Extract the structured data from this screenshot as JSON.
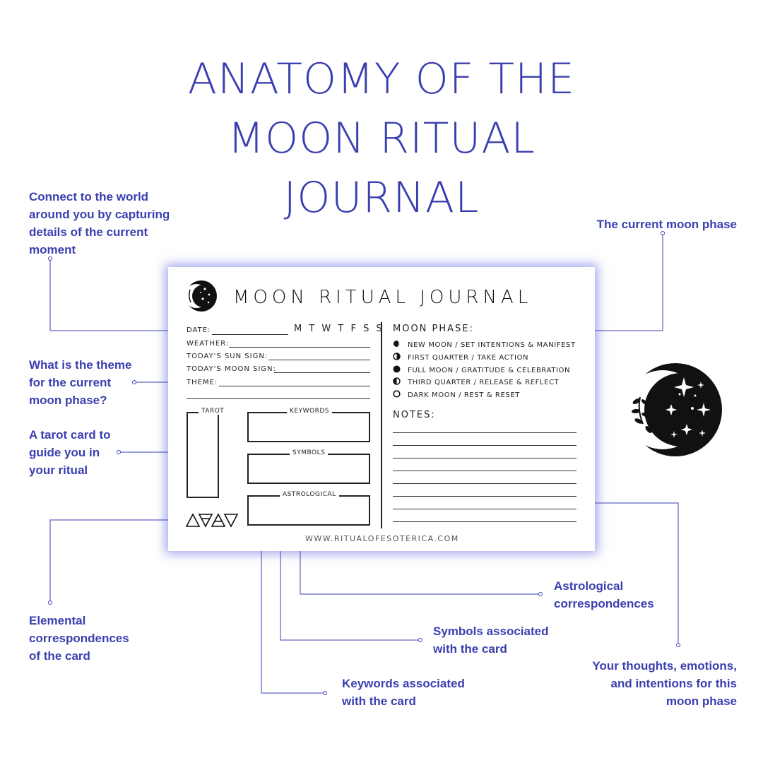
{
  "title": [
    "ANATOMY OF THE",
    "MOON RITUAL",
    "JOURNAL"
  ],
  "annotations": {
    "connect": [
      "Connect to the world",
      "around you by capturing",
      "details of the current",
      "moment"
    ],
    "moon_phase": [
      "The current moon phase"
    ],
    "theme": [
      "What is the theme",
      "for the current",
      "moon phase?"
    ],
    "tarot": [
      "A tarot card to",
      "guide you in",
      "your ritual"
    ],
    "elemental": [
      "Elemental",
      "correspondences",
      "of the card"
    ],
    "astrological": [
      "Astrological",
      "correspondences"
    ],
    "symbols": [
      "Symbols associated",
      "with the card"
    ],
    "keywords": [
      "Keywords associated",
      "with the card"
    ],
    "thoughts": [
      "Your thoughts, emotions,",
      "and intentions for this",
      "moon phase"
    ]
  },
  "card": {
    "title": "MOON RITUAL JOURNAL",
    "date_label": "DATE:",
    "days": "M T W T F S S",
    "weather_label": "WEATHER:",
    "sun_sign_label": "TODAY'S SUN SIGN:",
    "moon_sign_label": "TODAY'S MOON SIGN:",
    "theme_label": "THEME:",
    "tarot_label": "TAROT",
    "keywords_label": "KEYWORDS",
    "symbols_label": "SYMBOLS",
    "astrological_label": "ASTROLOGICAL",
    "moon_phase_label": "MOON PHASE:",
    "phases": [
      "NEW MOON / SET INTENTIONS & MANIFEST",
      "FIRST QUARTER / TAKE ACTION",
      "FULL MOON / GRATITUDE & CELEBRATION",
      "THIRD QUARTER / RELEASE & REFLECT",
      "DARK MOON / REST & RESET"
    ],
    "notes_label": "NOTES:",
    "website": "WWW.RITUALOFESOTERICA.COM"
  },
  "colors": {
    "accent": "#3a3fb0",
    "ink": "#111111"
  },
  "icons": [
    "moon-logo-icon",
    "elemental-triangles-icon",
    "moon-emblem-icon"
  ]
}
